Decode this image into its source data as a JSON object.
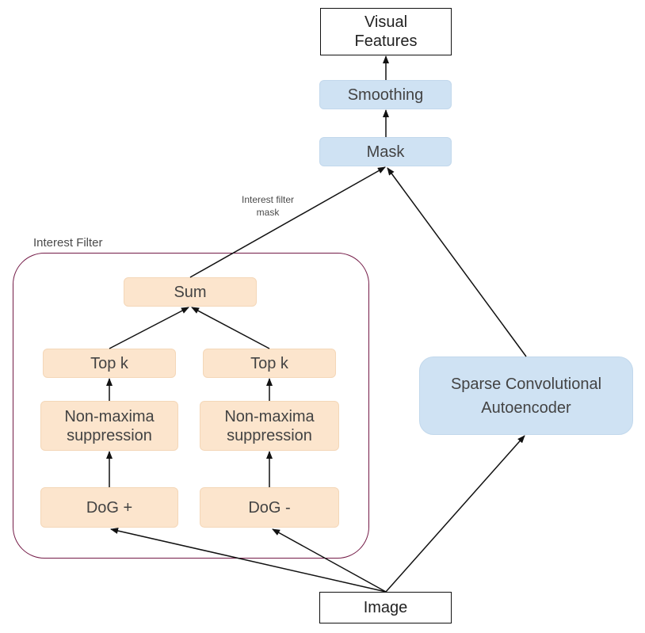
{
  "nodes": {
    "visual_features": {
      "line1": "Visual",
      "line2": "Features"
    },
    "smoothing": "Smoothing",
    "mask": "Mask",
    "sum": "Sum",
    "top_k_left": "Top k",
    "top_k_right": "Top k",
    "nms_left": {
      "line1": "Non-maxima",
      "line2": "suppression"
    },
    "nms_right": {
      "line1": "Non-maxima",
      "line2": "suppression"
    },
    "dog_plus": "DoG +",
    "dog_minus": "DoG -",
    "autoencoder": {
      "line1": "Sparse Convolutional",
      "line2": "Autoencoder"
    },
    "image": "Image"
  },
  "group_label": "Interest Filter",
  "edge_label": {
    "line1": "Interest filter",
    "line2": "mask"
  },
  "colors": {
    "blue_fill": "#cfe2f3",
    "orange_fill": "#fce5cd",
    "group_border": "#741b47"
  }
}
